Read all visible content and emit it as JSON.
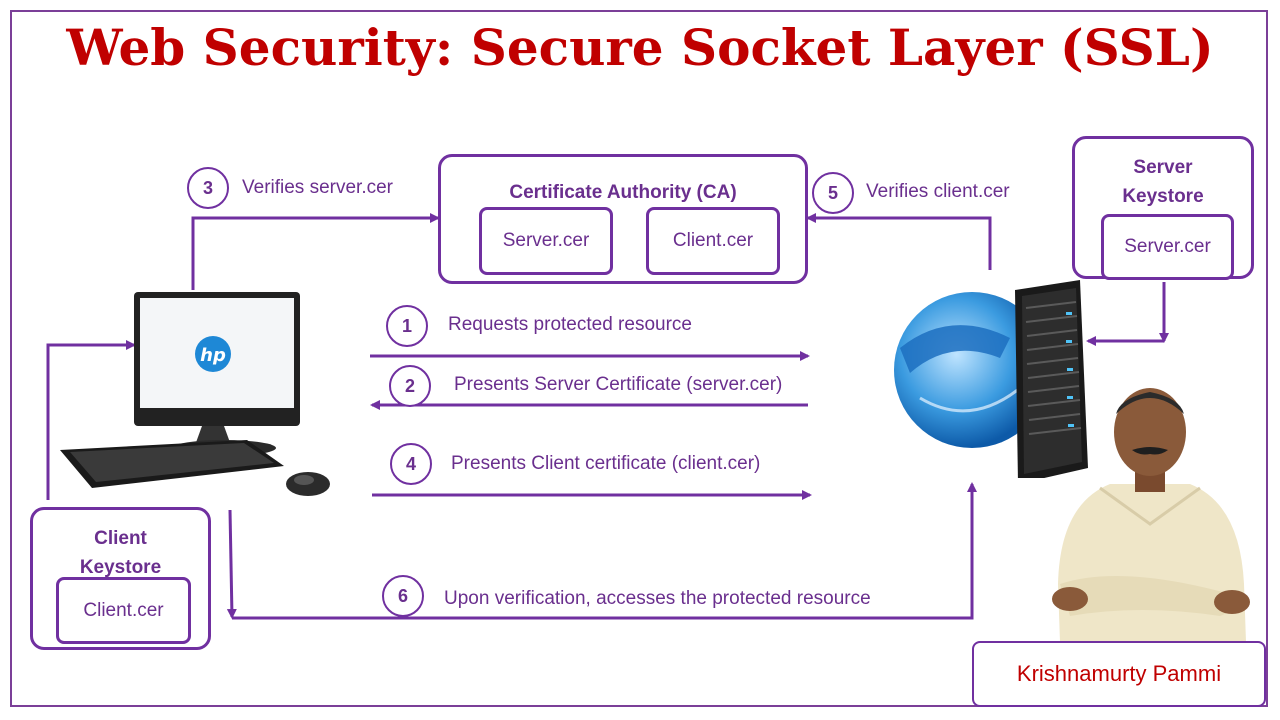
{
  "title": "Web Security: Secure Socket Layer (SSL)",
  "ca": {
    "title": "Certificate Authority (CA)",
    "server_cert": "Server.cer",
    "client_cert": "Client.cer"
  },
  "server_keystore": {
    "title_line1": "Server",
    "title_line2": "Keystore",
    "cert": "Server.cer"
  },
  "client_keystore": {
    "title_line1": "Client",
    "title_line2": "Keystore",
    "cert": "Client.cer"
  },
  "steps": [
    {
      "num": "1",
      "text": "Requests protected resource"
    },
    {
      "num": "2",
      "text": "Presents Server Certificate (server.cer)"
    },
    {
      "num": "3",
      "text": "Verifies server.cer"
    },
    {
      "num": "4",
      "text": "Presents Client certificate (client.cer)"
    },
    {
      "num": "5",
      "text": "Verifies client.cer"
    },
    {
      "num": "6",
      "text": "Upon verification, accesses the protected resource"
    }
  ],
  "computer": {
    "logo": "hp"
  },
  "author": "Krishnamurty Pammi",
  "colors": {
    "title": "#c00000",
    "accent": "#7030a0",
    "text": "#6a2f8e"
  }
}
